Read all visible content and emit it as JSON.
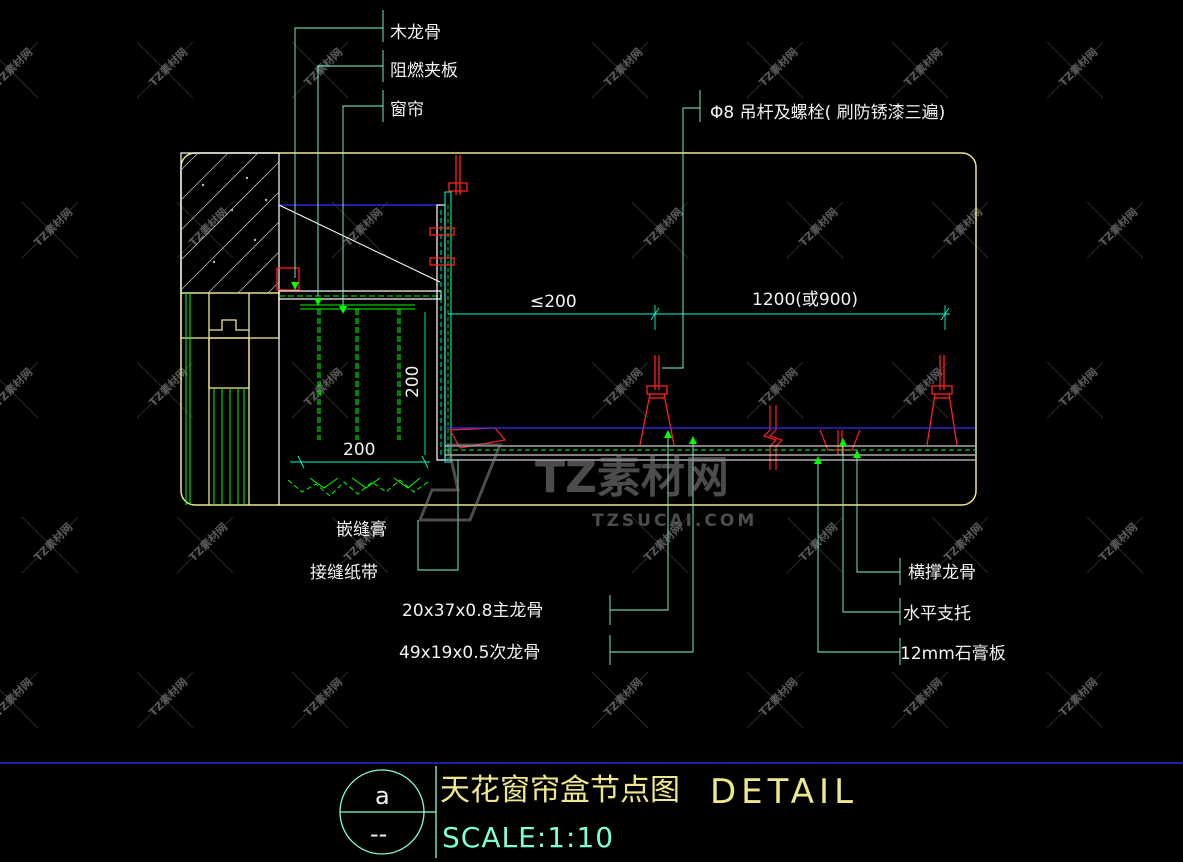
{
  "labels": {
    "wood_keel": "木龙骨",
    "fire_board": "阻燃夹板",
    "curtain": "窗帘",
    "hanger_rod": "Φ8 吊杆及螺栓( 刷防锈漆三遍)",
    "gap_filler": "嵌缝膏",
    "joint_tape": "接缝纸带",
    "main_keel": "20x37x0.8主龙骨",
    "secondary_keel": "49x19x0.5次龙骨",
    "cross_keel": "横撑龙骨",
    "horizontal_bracket": "水平支托",
    "gypsum_board": "12mm石膏板"
  },
  "dimensions": {
    "le_200": "≤200",
    "span": "1200(或900)",
    "height_200": "200",
    "width_200": "200"
  },
  "title": {
    "name_cn": "天花窗帘盒节点图",
    "name_en": "DETAIL",
    "scale": "SCALE:1:10",
    "bubble_top": "a",
    "bubble_bottom": "--"
  },
  "watermark": {
    "brand": "TZ素材网",
    "url": "TZSUCAI.COM",
    "tile": "TZ素材网"
  },
  "colors": {
    "background": "#000000",
    "frame": "#f0e68c",
    "structure": "#ffffff",
    "cyan": "#00ffc8",
    "green": "#00ff00",
    "red": "#ff2020",
    "blue": "#3030ff",
    "leader": "#7fffd4"
  }
}
